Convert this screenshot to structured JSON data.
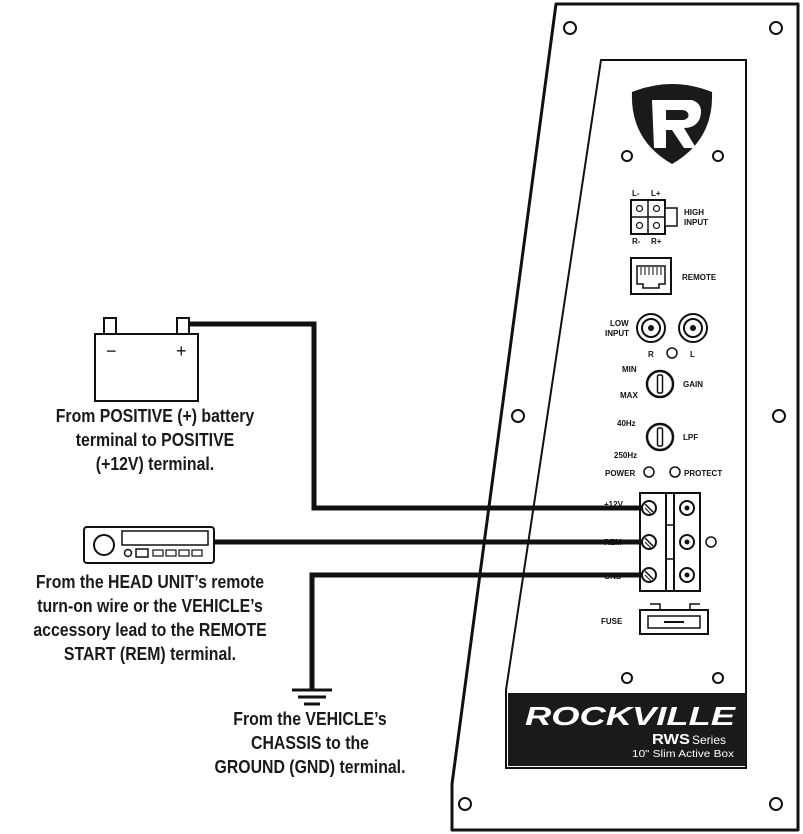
{
  "battery": {
    "minus_label": "−",
    "plus_label": "+"
  },
  "panel": {
    "high_input": {
      "tl": "L-",
      "tr": "L+",
      "bl": "R-",
      "br": "R+",
      "label1": "HIGH",
      "label2": "INPUT"
    },
    "remote_label": "REMOTE",
    "low_input": {
      "label1": "LOW",
      "label2": "INPUT",
      "r": "R",
      "l": "L"
    },
    "gain": {
      "min": "MIN",
      "max": "MAX",
      "label": "GAIN"
    },
    "lpf": {
      "top": "40Hz",
      "bottom": "250Hz",
      "label": "LPF"
    },
    "power_label": "POWER",
    "protect_label": "PROTECT",
    "terminals": [
      "+12V",
      "REM",
      "GND"
    ],
    "fuse_label": "FUSE"
  },
  "brand": {
    "name": "ROCKVILLE",
    "series": "RWS",
    "series_suffix": "Series",
    "subtitle": "10\" Slim Active Box"
  },
  "captions": {
    "battery": [
      "From POSITIVE (+) battery",
      "terminal to POSITIVE",
      "(+12V) terminal."
    ],
    "head_unit": [
      "From the HEAD UNIT’s remote",
      "turn-on wire or the VEHICLE’s",
      "accessory lead to the REMOTE",
      "START (REM) terminal."
    ],
    "ground": [
      "From the VEHICLE’s",
      "CHASSIS to the",
      "GROUND (GND) terminal."
    ]
  }
}
